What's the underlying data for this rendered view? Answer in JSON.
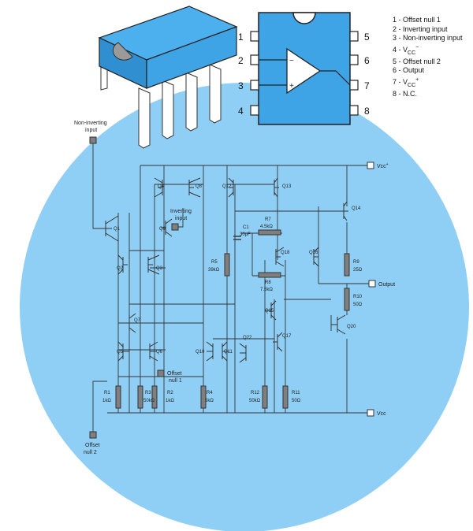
{
  "pin_legend": {
    "items": [
      {
        "num": "1",
        "label": "Offset null 1"
      },
      {
        "num": "2",
        "label": "Inverting input"
      },
      {
        "num": "3",
        "label": "Non-inverting input"
      },
      {
        "num": "4",
        "label": "V",
        "sub": "CC",
        "sup": "−"
      },
      {
        "num": "5",
        "label": "Offset null 2"
      },
      {
        "num": "6",
        "label": "Output"
      },
      {
        "num": "7",
        "label": "V",
        "sub": "CC",
        "sup": "+"
      },
      {
        "num": "8",
        "label": "N.C."
      }
    ]
  },
  "pinout": {
    "left_pins": [
      "1",
      "2",
      "3",
      "4"
    ],
    "right_pins": [
      "5",
      "6",
      "7",
      "8"
    ],
    "minus_sign": "−",
    "plus_sign": "+"
  },
  "circuit": {
    "non_inverting_input": [
      "Non-inverting",
      "input"
    ],
    "inverting_input": [
      "Inverting",
      "input"
    ],
    "offset_null_1": [
      "Offset",
      "null 1"
    ],
    "offset_null_2": [
      "Offset",
      "null 2"
    ],
    "vcc_plus": "Vcc",
    "vcc_plus_sup": "+",
    "vcc_minus": "Vcc",
    "output": "Output",
    "transistors": [
      "Q1",
      "Q2",
      "Q3",
      "Q4",
      "Q5",
      "Q6",
      "Q7",
      "Q8",
      "Q9",
      "Q10",
      "Q11",
      "Q12",
      "Q13",
      "Q14",
      "Q15",
      "Q16",
      "Q17",
      "Q20",
      "Q22"
    ],
    "resistors": {
      "R1": "1kΩ",
      "R3": "50kΩ",
      "R2": "1kΩ",
      "R4": "5kΩ",
      "R5": "39kΩ",
      "R7": "4.5kΩ",
      "R8": "7.5kΩ",
      "R9": "25Ω",
      "R10": "50Ω",
      "R11": "50Ω",
      "R12": "50kΩ"
    },
    "capacitor": {
      "name": "C1",
      "value": "30pF"
    }
  },
  "colors": {
    "circle": "#90CFF5",
    "chip": "#3EA4E6",
    "chip_dark": "#1F6FA6",
    "resistor": "#7F7F7F",
    "wire": "#333333"
  }
}
